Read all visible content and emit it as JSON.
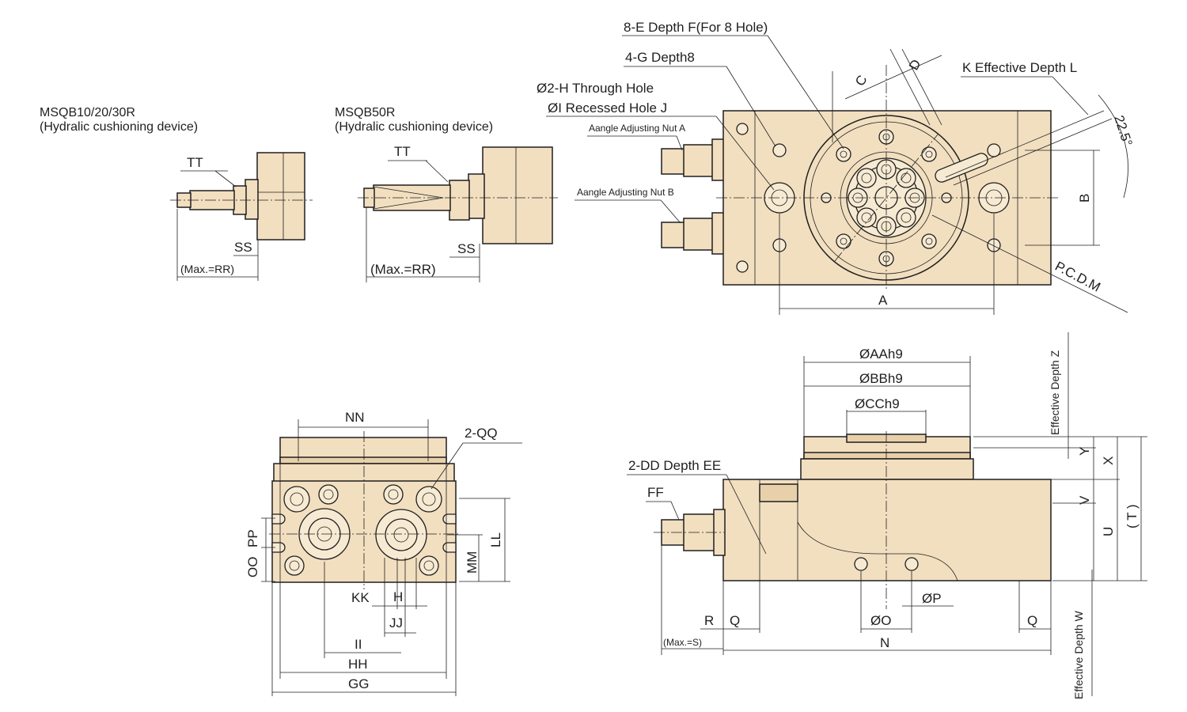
{
  "titles": {
    "small_model": "MSQB10/20/30R",
    "small_desc": "(Hydralic cushioning device)",
    "large_model": "MSQB50R",
    "large_desc": "(Hydralic cushioning device)"
  },
  "callouts": {
    "e_depth": "8-E Depth F(For 8 Hole)",
    "g_depth": "4-G Depth8",
    "h_through": "Ø2-H Through Hole",
    "i_recess": "ØI Recessed Hole J",
    "k_depth": "K Effective Depth L",
    "nut_a": "Aangle Adjusting Nut A",
    "nut_b": "Aangle Adjusting Nut B",
    "angle": "22.5°",
    "pcd": "P.C.D.M",
    "dd_depth": "2-DD Depth EE",
    "qq": "2-QQ",
    "z_depth": "Effective Depth Z",
    "w_depth": "Effective Depth W"
  },
  "dims": {
    "TT": "TT",
    "SS": "SS",
    "RR": "(Max.=RR)",
    "A": "A",
    "B": "B",
    "C": "C",
    "D": "D",
    "NN": "NN",
    "PP": "PP",
    "OO": "OO",
    "KK": "KK",
    "H": "H",
    "JJ": "JJ",
    "II": "II",
    "HH": "HH",
    "GG": "GG",
    "MM": "MM",
    "LL": "LL",
    "AA": "ØAAh9",
    "BB": "ØBBh9",
    "CC": "ØCCh9",
    "Y": "Y",
    "X": "X",
    "V": "V",
    "U": "U",
    "T": "( T )",
    "FF": "FF",
    "R": "R",
    "Q": "Q",
    "S": "(Max.=S)",
    "N": "N",
    "O": "ØO",
    "P": "ØP"
  }
}
